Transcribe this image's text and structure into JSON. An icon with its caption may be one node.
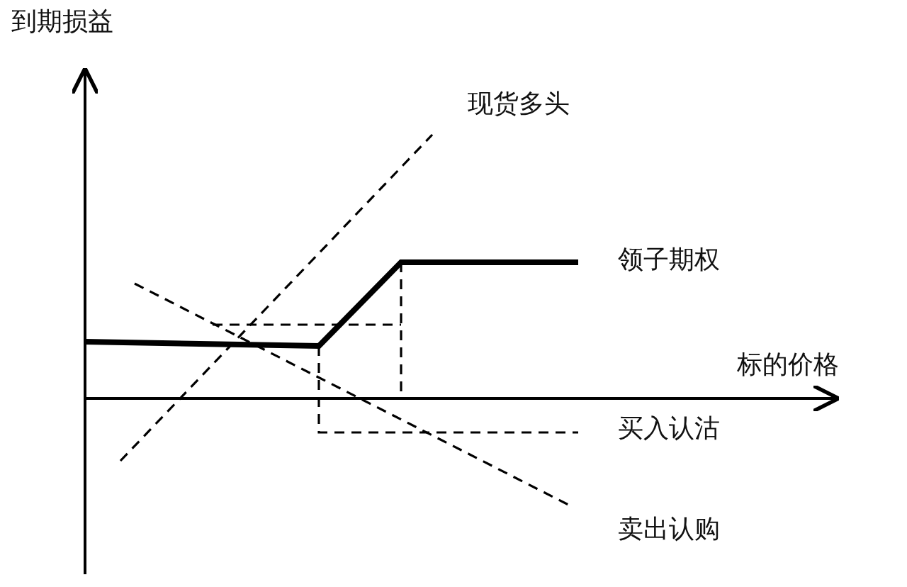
{
  "diagram": {
    "labels": [
      "到期损益",
      "现货多头",
      "领子期权",
      "标的价格",
      "买入认沽",
      "卖出认购"
    ]
  }
}
